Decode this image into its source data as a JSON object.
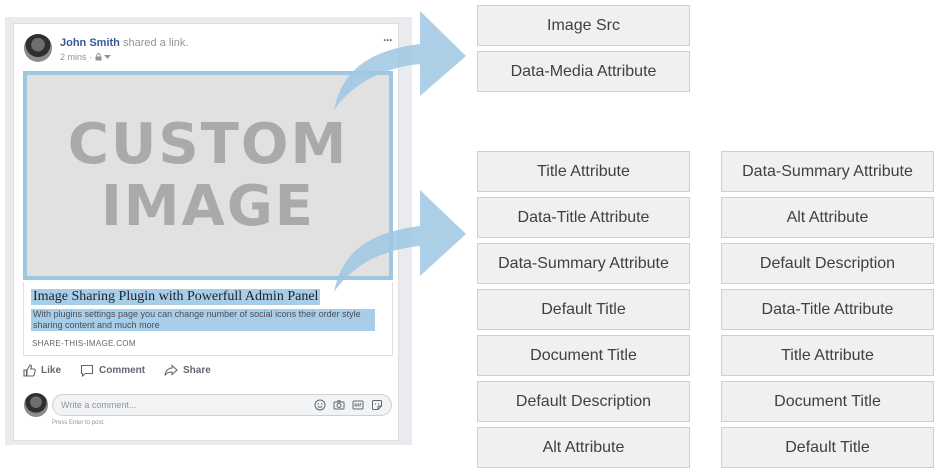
{
  "post": {
    "author": "John Smith",
    "action": "shared a link.",
    "time": "2 mins ·",
    "more": "···",
    "image_text": [
      "CUSTOM",
      "IMAGE"
    ],
    "link_title": "Image Sharing Plugin with Powerfull Admin Panel",
    "link_description": "With plugins settings page you can change number of social icons their order style sharing content and much more",
    "link_domain": "SHARE-THIS-IMAGE.COM",
    "actions": {
      "like": "Like",
      "comment": "Comment",
      "share": "Share"
    },
    "comment_placeholder": "Write a comment...",
    "press_enter": "Press Enter to post."
  },
  "image_sources": [
    "Image Src",
    "Data-Media Attribute"
  ],
  "text_sources_col1": [
    "Title Attribute",
    "Data-Title Attribute",
    "Data-Summary Attribute",
    "Default Title",
    "Document Title",
    "Default Description",
    "Alt Attribute"
  ],
  "text_sources_col2": [
    "Data-Summary Attribute",
    "Alt Attribute",
    "Default Description",
    "Data-Title Attribute",
    "Title Attribute",
    "Document Title",
    "Default Title"
  ],
  "colors": {
    "arrow": "#9ec7e3",
    "highlight": "#a8cde8",
    "box_bg": "#f0f0f0",
    "author_link": "#365899"
  },
  "icons": [
    "lock-icon",
    "chevron-down-icon",
    "like-icon",
    "comment-icon",
    "share-icon",
    "emoji-icon",
    "camera-icon",
    "gif-icon",
    "sticker-icon"
  ]
}
